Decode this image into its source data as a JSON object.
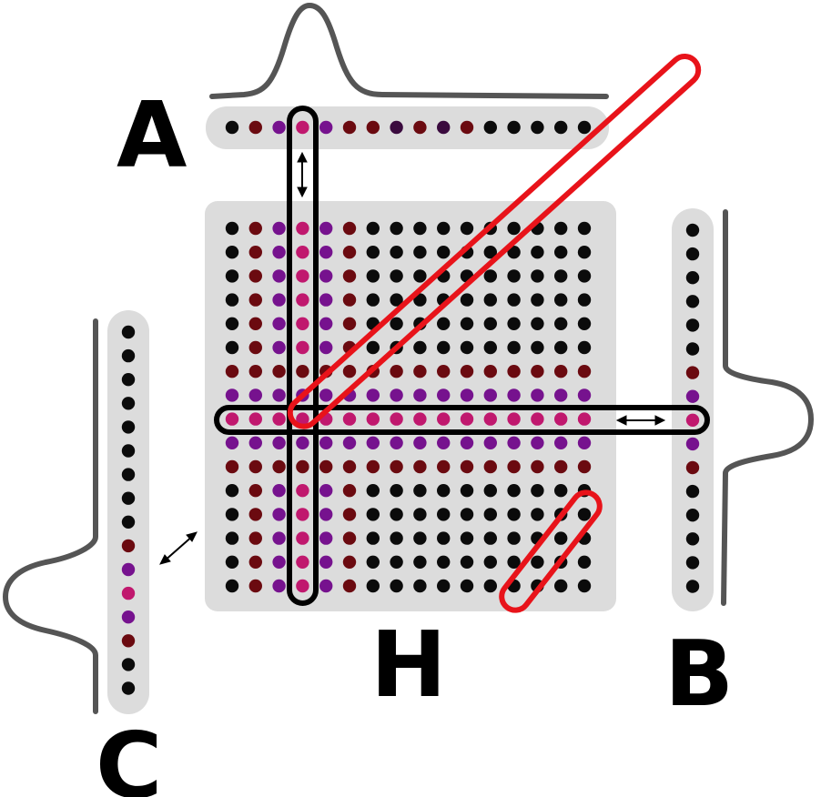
{
  "labels": {
    "a": "A",
    "b": "B",
    "c": "C",
    "h": "H"
  },
  "colors": {
    "panel_bg": "#dcdcdc",
    "curve": "#555555",
    "highlight_black": "#000000",
    "highlight_red": "#e8131a",
    "arrow": "#000000",
    "dot_black": "#0b0b0b",
    "dot_darkred": "#6b0a10",
    "dot_purple": "#76128e",
    "dot_magenta": "#c0186e",
    "dot_dark_purple": "#3a0a3e"
  },
  "vector_a": [
    "dot_black",
    "dot_darkred",
    "dot_purple",
    "dot_magenta",
    "dot_purple",
    "dot_darkred",
    "dot_darkred",
    "dot_dark_purple",
    "dot_darkred",
    "dot_dark_purple",
    "dot_darkred",
    "dot_black",
    "dot_black",
    "dot_black",
    "dot_black",
    "dot_black"
  ],
  "vector_b": [
    "dot_black",
    "dot_black",
    "dot_black",
    "dot_black",
    "dot_black",
    "dot_black",
    "dot_darkred",
    "dot_purple",
    "dot_magenta",
    "dot_purple",
    "dot_darkred",
    "dot_black",
    "dot_black",
    "dot_black",
    "dot_black",
    "dot_black"
  ],
  "vector_c": [
    "dot_black",
    "dot_black",
    "dot_black",
    "dot_black",
    "dot_black",
    "dot_black",
    "dot_black",
    "dot_black",
    "dot_black",
    "dot_darkred",
    "dot_purple",
    "dot_magenta",
    "dot_purple",
    "dot_darkred",
    "dot_black",
    "dot_black"
  ],
  "matrix_h": {
    "rows": 16,
    "cols": 16
  }
}
